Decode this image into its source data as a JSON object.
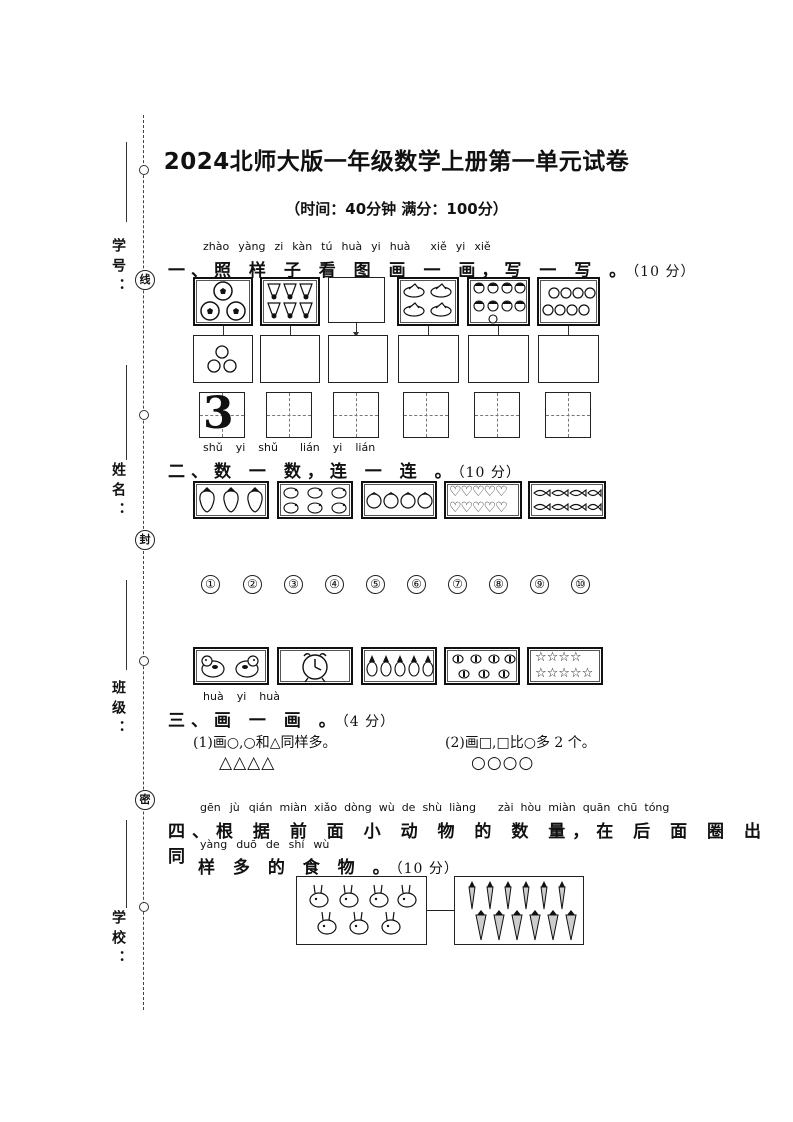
{
  "binding": {
    "student_id_label": "学号：",
    "name_label": "姓名：",
    "class_label": "班级：",
    "school_label": "学校：",
    "seal_1": "线",
    "seal_2": "封",
    "seal_3": "密"
  },
  "header": {
    "title": "2024北师大版一年级数学上册第一单元试卷",
    "subtitle": "（时间：40分钟   满分：100分）"
  },
  "q1": {
    "pinyin": [
      "zhào",
      "yàng",
      "zi",
      "kàn",
      "tú",
      "huà",
      "yi",
      "huà",
      "xiě",
      "yi",
      "xiě"
    ],
    "heading": "一、照 样 子 看 图 画 一 画，写 一 写 。",
    "points": "（10 分）",
    "sample_number": "3",
    "items": [
      {
        "name": "soccer-balls",
        "count": 3
      },
      {
        "name": "shuttlecocks",
        "count": 6
      },
      {
        "name": "empty",
        "count": 0
      },
      {
        "name": "birds",
        "count": 4
      },
      {
        "name": "kids",
        "count": 9
      },
      {
        "name": "apples",
        "count": 8
      }
    ]
  },
  "q2": {
    "pinyin": [
      "shǔ",
      "yi",
      "shǔ",
      "lián",
      "yi",
      "lián"
    ],
    "heading": "二、数 一 数，连 一 连 。",
    "points": "（10 分）",
    "numbers": [
      "①",
      "②",
      "③",
      "④",
      "⑤",
      "⑥",
      "⑦",
      "⑧",
      "⑨",
      "⑩"
    ],
    "top_items": [
      {
        "name": "strawberries",
        "count": 3
      },
      {
        "name": "chickens",
        "count": 6
      },
      {
        "name": "tomatoes",
        "count": 4
      },
      {
        "name": "hearts",
        "count": 10
      },
      {
        "name": "fish",
        "count": 8
      }
    ],
    "bottom_items": [
      {
        "name": "dogs",
        "count": 2
      },
      {
        "name": "alarm-clock",
        "count": 1
      },
      {
        "name": "pineapples",
        "count": 5
      },
      {
        "name": "bees",
        "count": 7
      },
      {
        "name": "stars",
        "count": 9
      }
    ]
  },
  "q3": {
    "pinyin": [
      "huà",
      "yi",
      "huà"
    ],
    "heading": "三、画 一 画 。",
    "points": "（4 分）",
    "sub1": "(1)画○,○和△同样多。",
    "sub1_shapes": "△△△△",
    "sub2": "(2)画□,□比○多 2 个。",
    "sub2_shapes": "○○○○"
  },
  "q4": {
    "pinyin_line1": [
      "gēn",
      "jù",
      "qián",
      "miàn",
      "xiǎo",
      "dòng",
      "wù",
      "de",
      "shù",
      "liàng",
      "zài",
      "hòu",
      "miàn",
      "quān",
      "chū",
      "tóng"
    ],
    "heading_line1": "四、根 据 前 面 小 动 物 的 数 量，在 后 面 圈 出 同",
    "pinyin_line2": [
      "yàng",
      "duō",
      "de",
      "shí",
      "wù"
    ],
    "heading_line2": "样 多 的 食 物 。",
    "points": "（10 分）",
    "animals": {
      "name": "rabbits",
      "count": 7
    },
    "food": {
      "name": "carrots",
      "count": 12
    }
  }
}
